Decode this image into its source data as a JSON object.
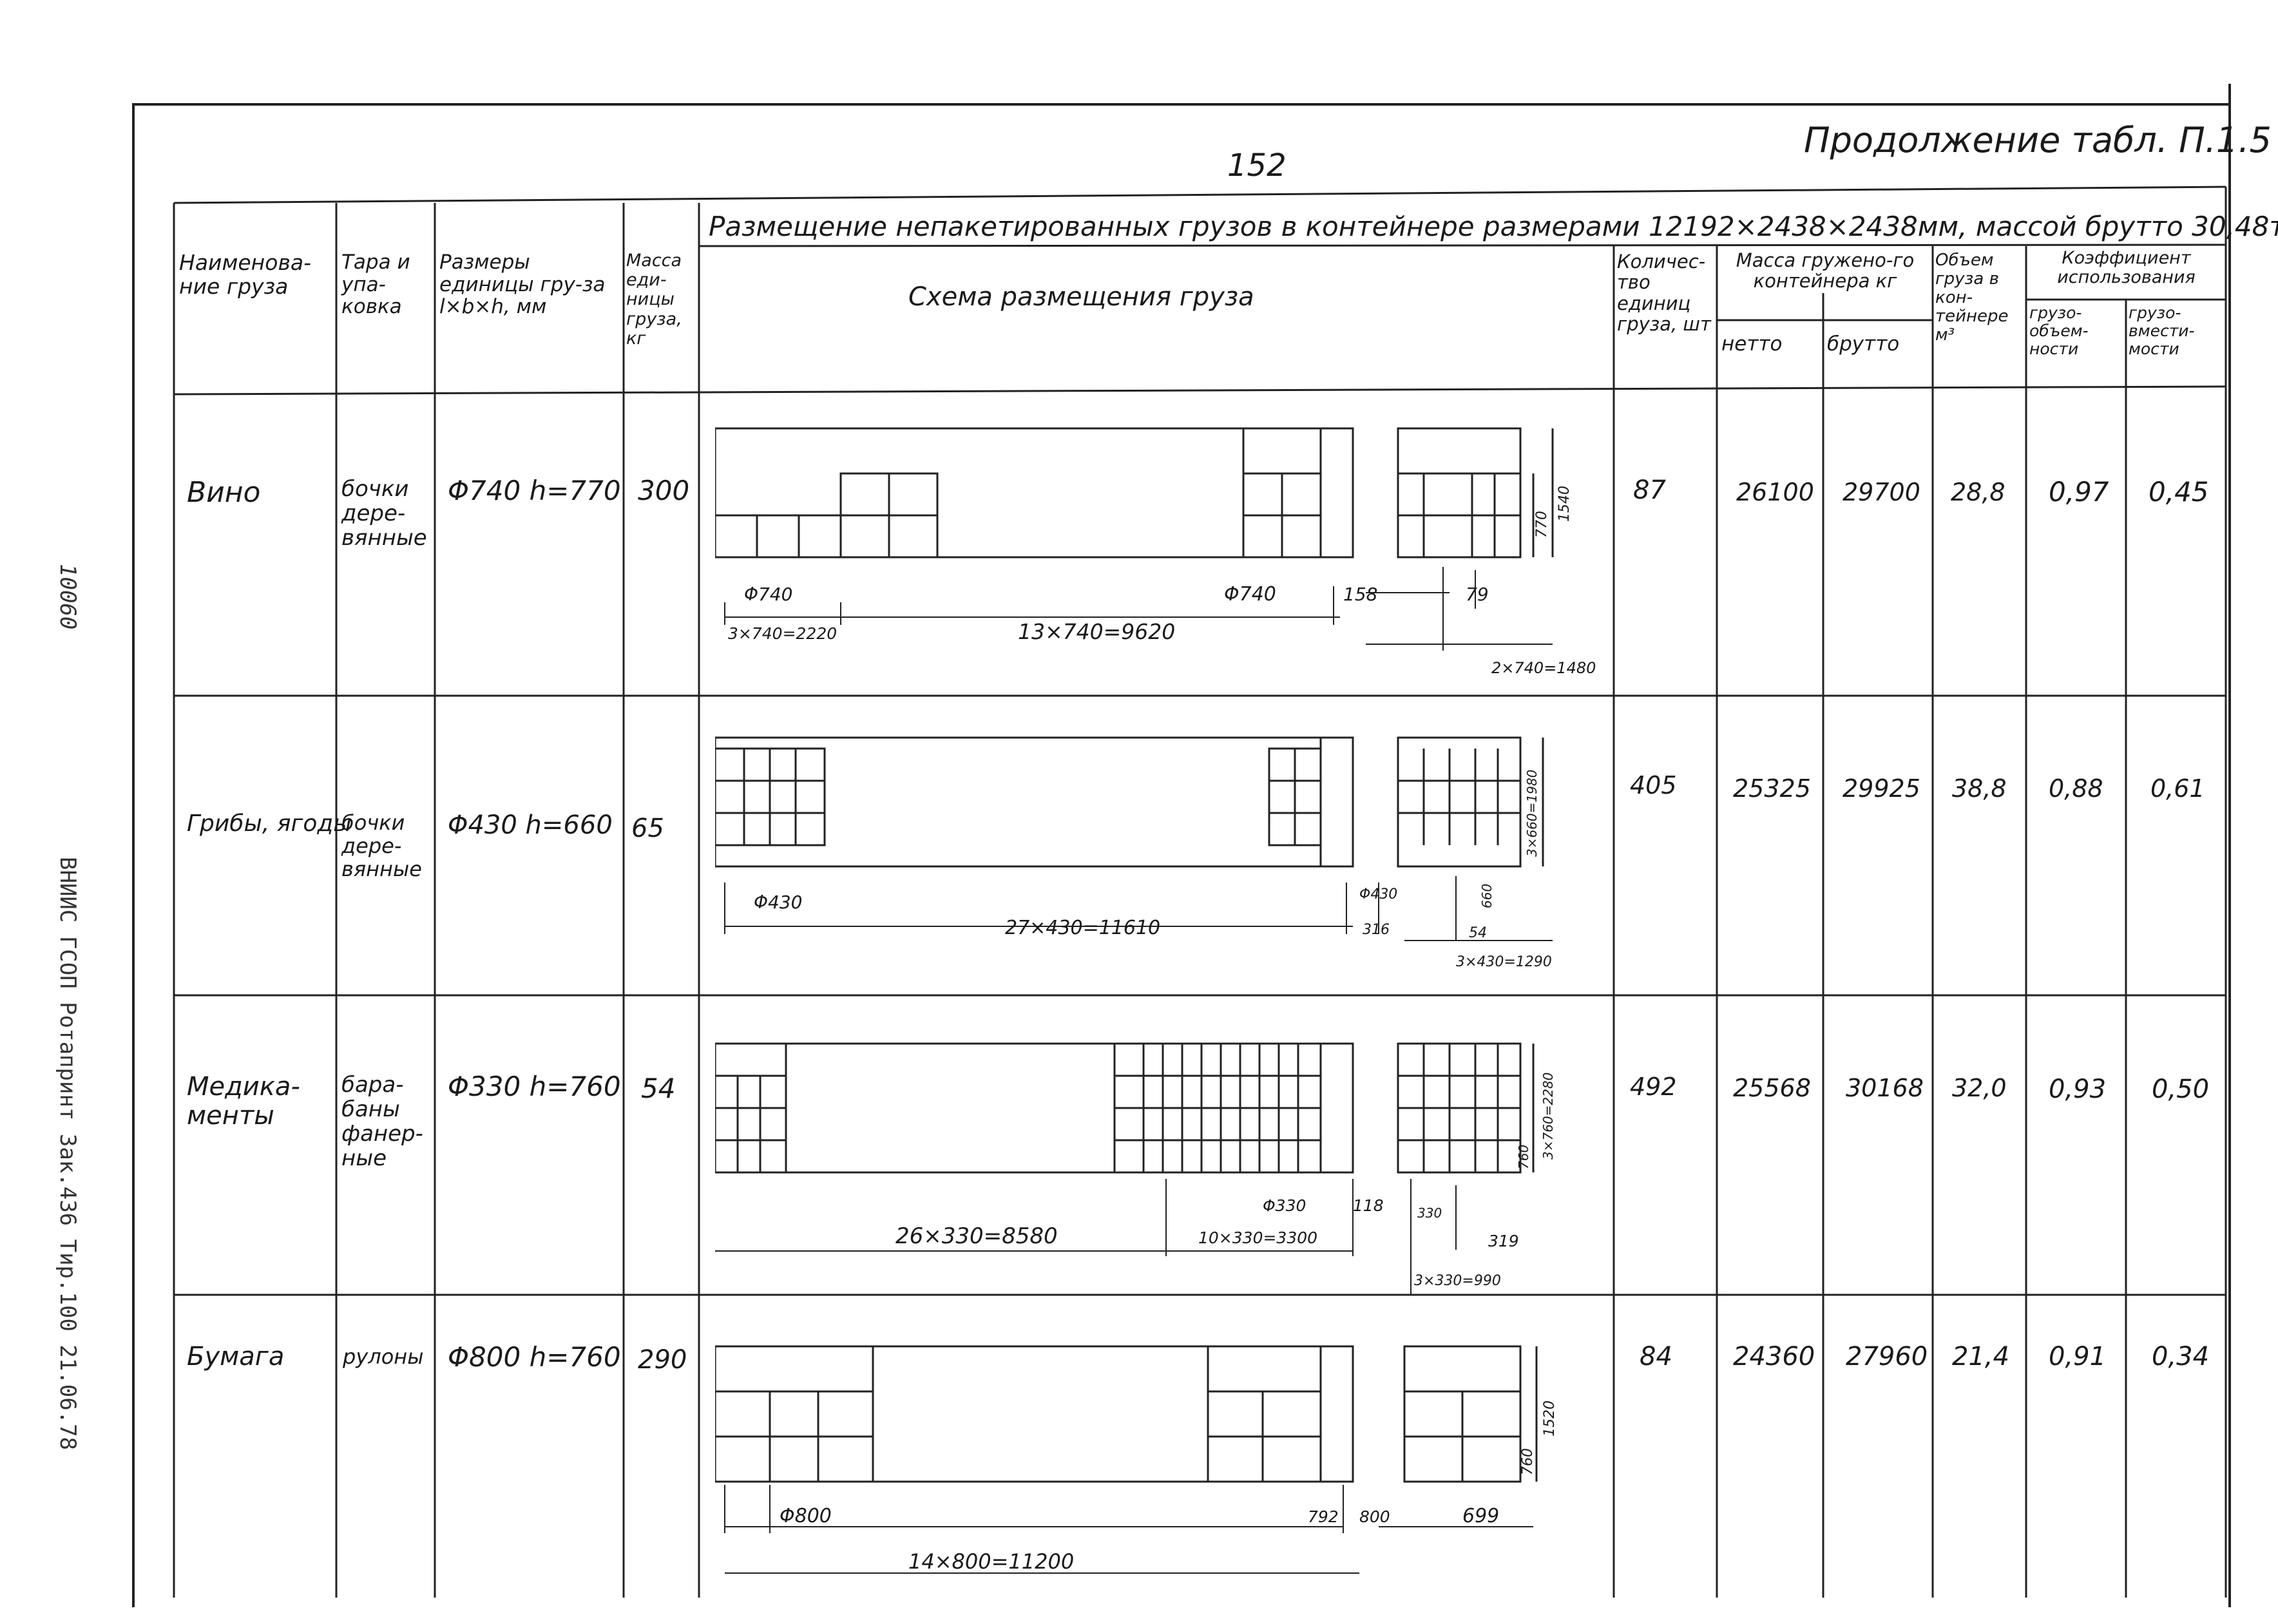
{
  "page": {
    "page_number": "152",
    "continuation": "Продолжение табл. П.1.5",
    "side_code": "10060",
    "side_stamp": "ВНИИС ГСОП Ротапринт Зак.436 Тир.100 21.06.78"
  },
  "table": {
    "caption": "Размещение непакетированных грузов в контейнере размерами 12192×2438×2438мм, массой брутто 30,48т",
    "headers": {
      "name": "Наименова-ние груза",
      "tare": "Тара и упа-ковка",
      "dimensions": "Размеры единицы гру-за l×b×h, мм",
      "unit_mass": "Масса еди-ницы груза, кг",
      "scheme": "Схема размещения груза",
      "quantity": "Количес-тво единиц груза, шт",
      "container_mass": "Масса гружено-го контейнера кг",
      "net": "нетто",
      "gross": "брутто",
      "volume": "Объем груза в кон-тейнере м³",
      "coefficient": "Коэффициент использования",
      "coef_volume": "грузо-объем-ности",
      "coef_capacity": "грузо-вмести-мости"
    },
    "rows": [
      {
        "name": "Вино",
        "tare": "бочки дере-вянные",
        "dimensions": "Φ740 h=770",
        "unit_mass": "300",
        "quantity": "87",
        "net": "26100",
        "gross": "29700",
        "volume": "28,8",
        "coef_volume": "0,97",
        "coef_capacity": "0,45",
        "scheme": {
          "d_left": "Φ740",
          "d_right": "Φ740",
          "dim_left": "3×740=2220",
          "dim_main": "13×740=9620",
          "gap": "158",
          "h1": "770",
          "h2": "1540",
          "side_gap": "79",
          "side_dim": "2×740=1480"
        }
      },
      {
        "name": "Грибы, ягоды",
        "tare": "бочки дере-вянные",
        "dimensions": "Φ430 h=660",
        "unit_mass": "65",
        "quantity": "405",
        "net": "25325",
        "gross": "29925",
        "volume": "38,8",
        "coef_volume": "0,88",
        "coef_capacity": "0,61",
        "scheme": {
          "d_left": "Φ430",
          "d_right": "Φ430",
          "dim_main": "27×430=11610",
          "gap": "316",
          "h1": "660",
          "h2": "3×660=1980",
          "side_gap": "54",
          "side_dim": "3×430=1290"
        }
      },
      {
        "name": "Медика-менты",
        "tare": "бара-баны фанер-ные",
        "dimensions": "Φ330 h=760",
        "unit_mass": "54",
        "quantity": "492",
        "net": "25568",
        "gross": "30168",
        "volume": "32,0",
        "coef_volume": "0,93",
        "coef_capacity": "0,50",
        "scheme": {
          "d_right": "Φ330",
          "dim_main": "26×330=8580",
          "dim_right": "10×330=3300",
          "gap": "118",
          "h1": "760",
          "h2": "3×760=2280",
          "side_gap": "319",
          "side_d": "330",
          "side_dim": "3×330=990"
        }
      },
      {
        "name": "Бумага",
        "tare": "рулоны",
        "dimensions": "Φ800 h=760",
        "unit_mass": "290",
        "quantity": "84",
        "net": "24360",
        "gross": "27960",
        "volume": "21,4",
        "coef_volume": "0,91",
        "coef_capacity": "0,34",
        "scheme": {
          "d_left": "Φ800",
          "dim_main": "14×800=11200",
          "gap": "792",
          "h1": "760",
          "h2": "1520",
          "side_gap": "699",
          "side_d": "800"
        }
      }
    ]
  }
}
